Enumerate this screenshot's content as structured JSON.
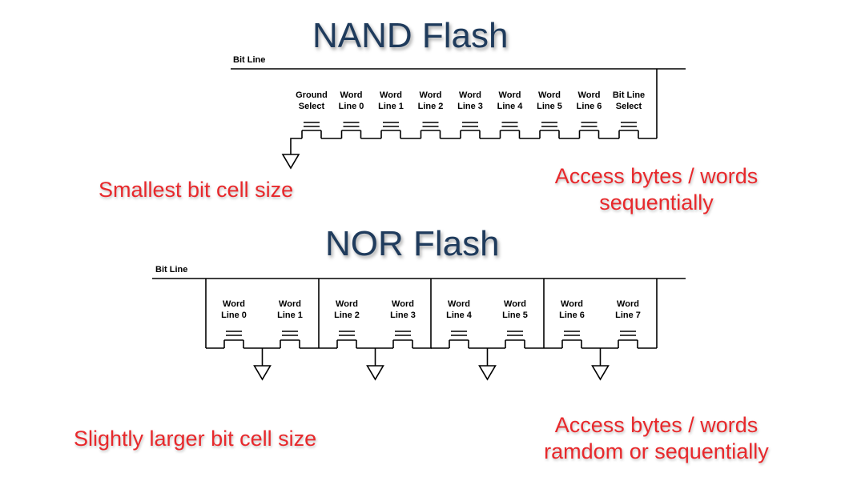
{
  "nand": {
    "title": "NAND Flash",
    "bit_line": "Bit Line",
    "cells": [
      {
        "l1": "Ground",
        "l2": "Select"
      },
      {
        "l1": "Word",
        "l2": "Line 0"
      },
      {
        "l1": "Word",
        "l2": "Line 1"
      },
      {
        "l1": "Word",
        "l2": "Line 2"
      },
      {
        "l1": "Word",
        "l2": "Line 3"
      },
      {
        "l1": "Word",
        "l2": "Line 4"
      },
      {
        "l1": "Word",
        "l2": "Line 5"
      },
      {
        "l1": "Word",
        "l2": "Line 6"
      },
      {
        "l1": "Bit Line",
        "l2": "Select"
      }
    ],
    "note_left": "Smallest  bit cell size",
    "note_right_1": "Access bytes / words",
    "note_right_2": "sequentially"
  },
  "nor": {
    "title": "NOR Flash",
    "bit_line": "Bit Line",
    "cells": [
      {
        "l1": "Word",
        "l2": "Line 0"
      },
      {
        "l1": "Word",
        "l2": "Line 1"
      },
      {
        "l1": "Word",
        "l2": "Line 2"
      },
      {
        "l1": "Word",
        "l2": "Line 3"
      },
      {
        "l1": "Word",
        "l2": "Line 4"
      },
      {
        "l1": "Word",
        "l2": "Line 5"
      },
      {
        "l1": "Word",
        "l2": "Line 6"
      },
      {
        "l1": "Word",
        "l2": "Line 7"
      }
    ],
    "note_left": "Slightly larger bit cell size",
    "note_right_1": "Access bytes / words",
    "note_right_2": "ramdom or sequentially"
  }
}
